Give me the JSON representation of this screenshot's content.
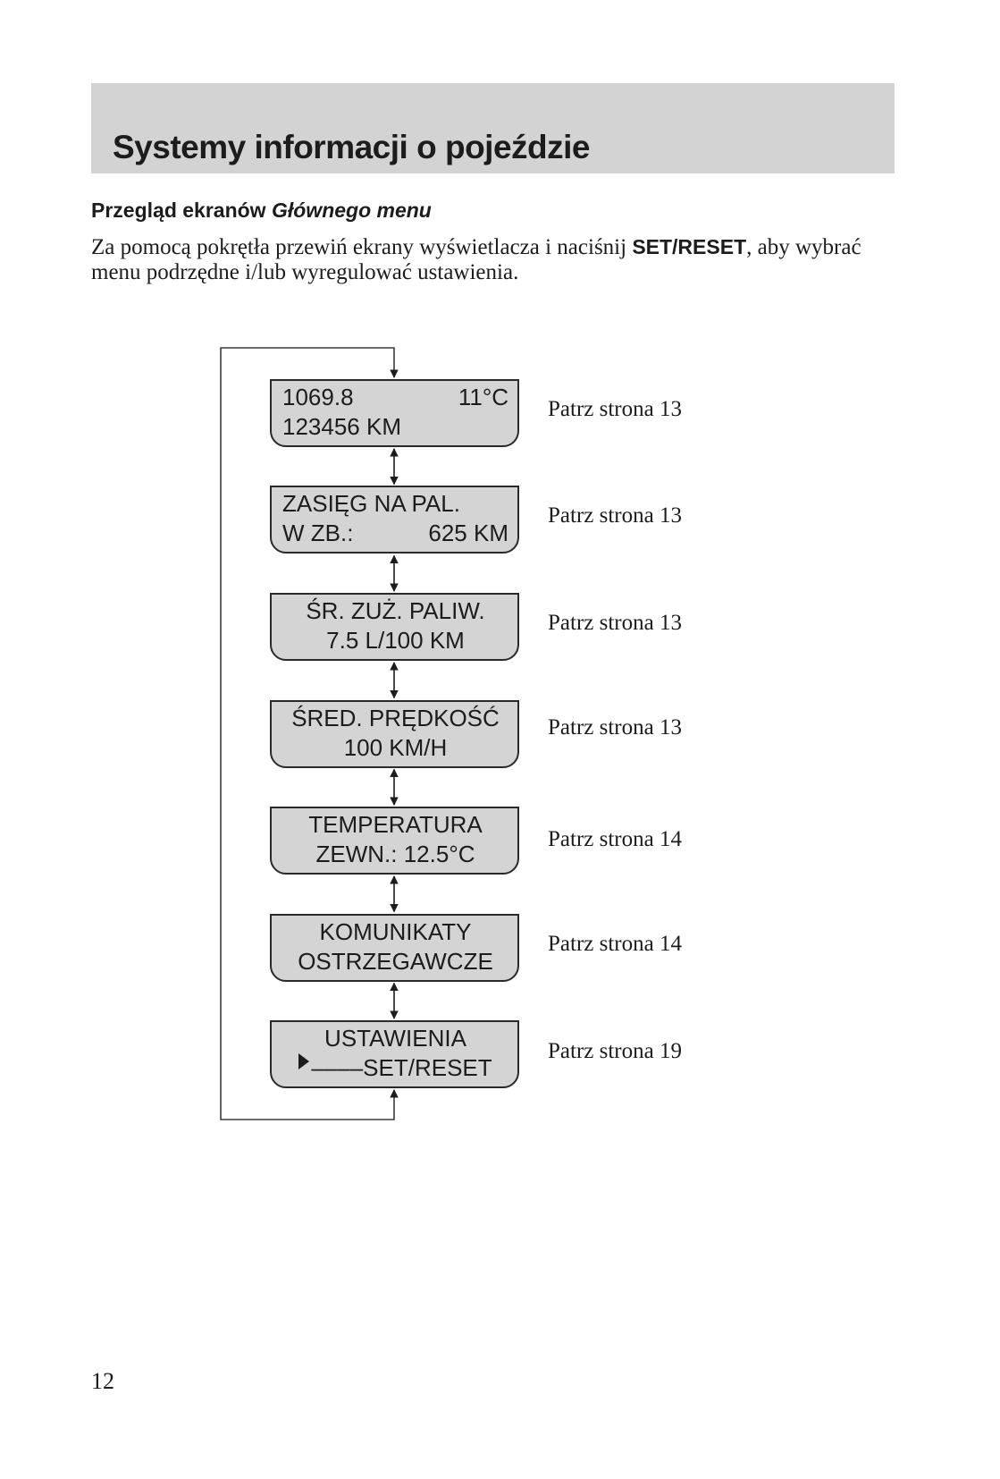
{
  "header": {
    "title": "Systemy informacji o pojeździe"
  },
  "section": {
    "heading_plain": "Przegląd ekranów ",
    "heading_italic": "Głównego menu",
    "intro_before": "Za pomocą pokrętła przewiń ekrany wyświetlacza i naciśnij ",
    "intro_bold": "SET/RESET",
    "intro_after": ", aby wybrać menu podrzędne i/lub wyregulować ustawienia."
  },
  "screens": [
    {
      "line1_left": "1069.8",
      "line1_right": "11°C",
      "line2_left": "123456 KM",
      "line2_right": "",
      "see": "Patrz strona 13"
    },
    {
      "line1_left": "ZASIĘG NA PAL.",
      "line1_right": "",
      "line2_left": "W ZB.:",
      "line2_right": "625 KM",
      "see": "Patrz strona 13"
    },
    {
      "line1": "ŚR. ZUŻ. PALIW.",
      "line2": "7.5 L/100 KM",
      "see": "Patrz strona 13"
    },
    {
      "line1": "ŚRED. PRĘDKOŚĆ",
      "line2": "100 KM/H",
      "see": "Patrz strona 13"
    },
    {
      "line1": "TEMPERATURA",
      "line2": "ZEWN.: 12.5°C",
      "see": "Patrz strona 14"
    },
    {
      "line1": "KOMUNIKATY",
      "line2": "OSTRZEGAWCZE",
      "see": "Patrz strona 14"
    },
    {
      "line1": "USTAWIENIA",
      "line2": "––––SET/RESET",
      "see": "Patrz strona 19"
    }
  ],
  "footer": {
    "page_number": "12"
  }
}
